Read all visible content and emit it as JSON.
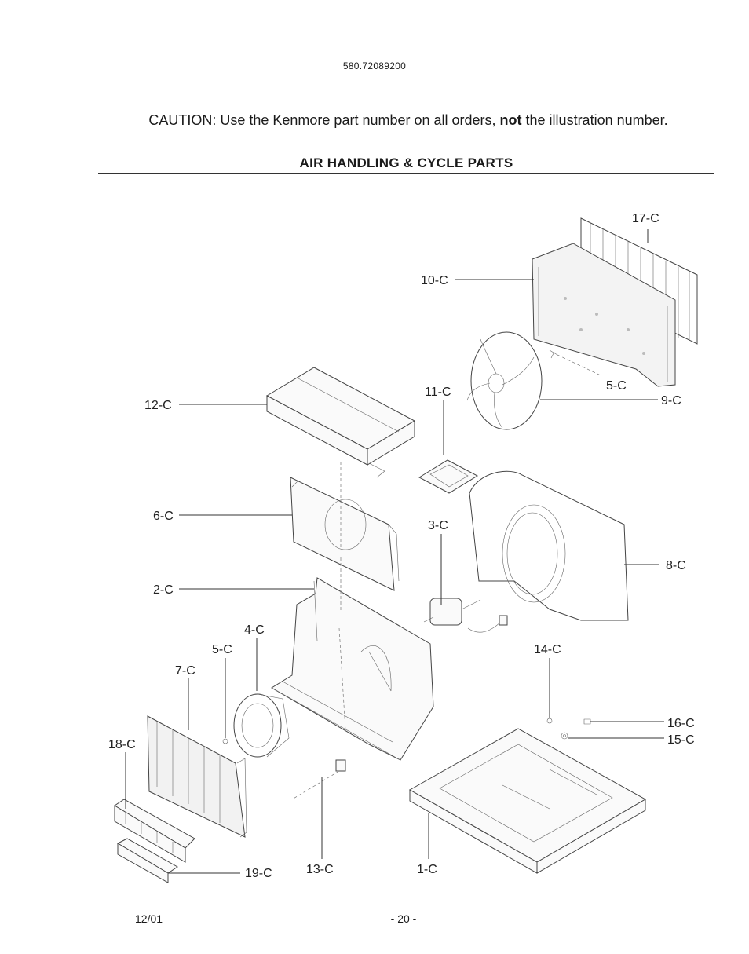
{
  "header": {
    "model_number": "580.72089200",
    "caution_prefix": "CAUTION: Use the Kenmore part number on all orders, ",
    "caution_emphasis": "not",
    "caution_suffix": " the illustration number.",
    "section_title": "AIR HANDLING & CYCLE PARTS"
  },
  "callouts": [
    {
      "id": "17-C"
    },
    {
      "id": "10-C"
    },
    {
      "id": "5-C"
    },
    {
      "id": "11-C"
    },
    {
      "id": "9-C"
    },
    {
      "id": "12-C"
    },
    {
      "id": "6-C"
    },
    {
      "id": "3-C"
    },
    {
      "id": "8-C"
    },
    {
      "id": "2-C"
    },
    {
      "id": "4-C"
    },
    {
      "id": "5-C"
    },
    {
      "id": "7-C"
    },
    {
      "id": "14-C"
    },
    {
      "id": "16-C"
    },
    {
      "id": "15-C"
    },
    {
      "id": "18-C"
    },
    {
      "id": "19-C"
    },
    {
      "id": "13-C"
    },
    {
      "id": "1-C"
    }
  ],
  "footer": {
    "date": "12/01",
    "page": "- 20 -"
  }
}
